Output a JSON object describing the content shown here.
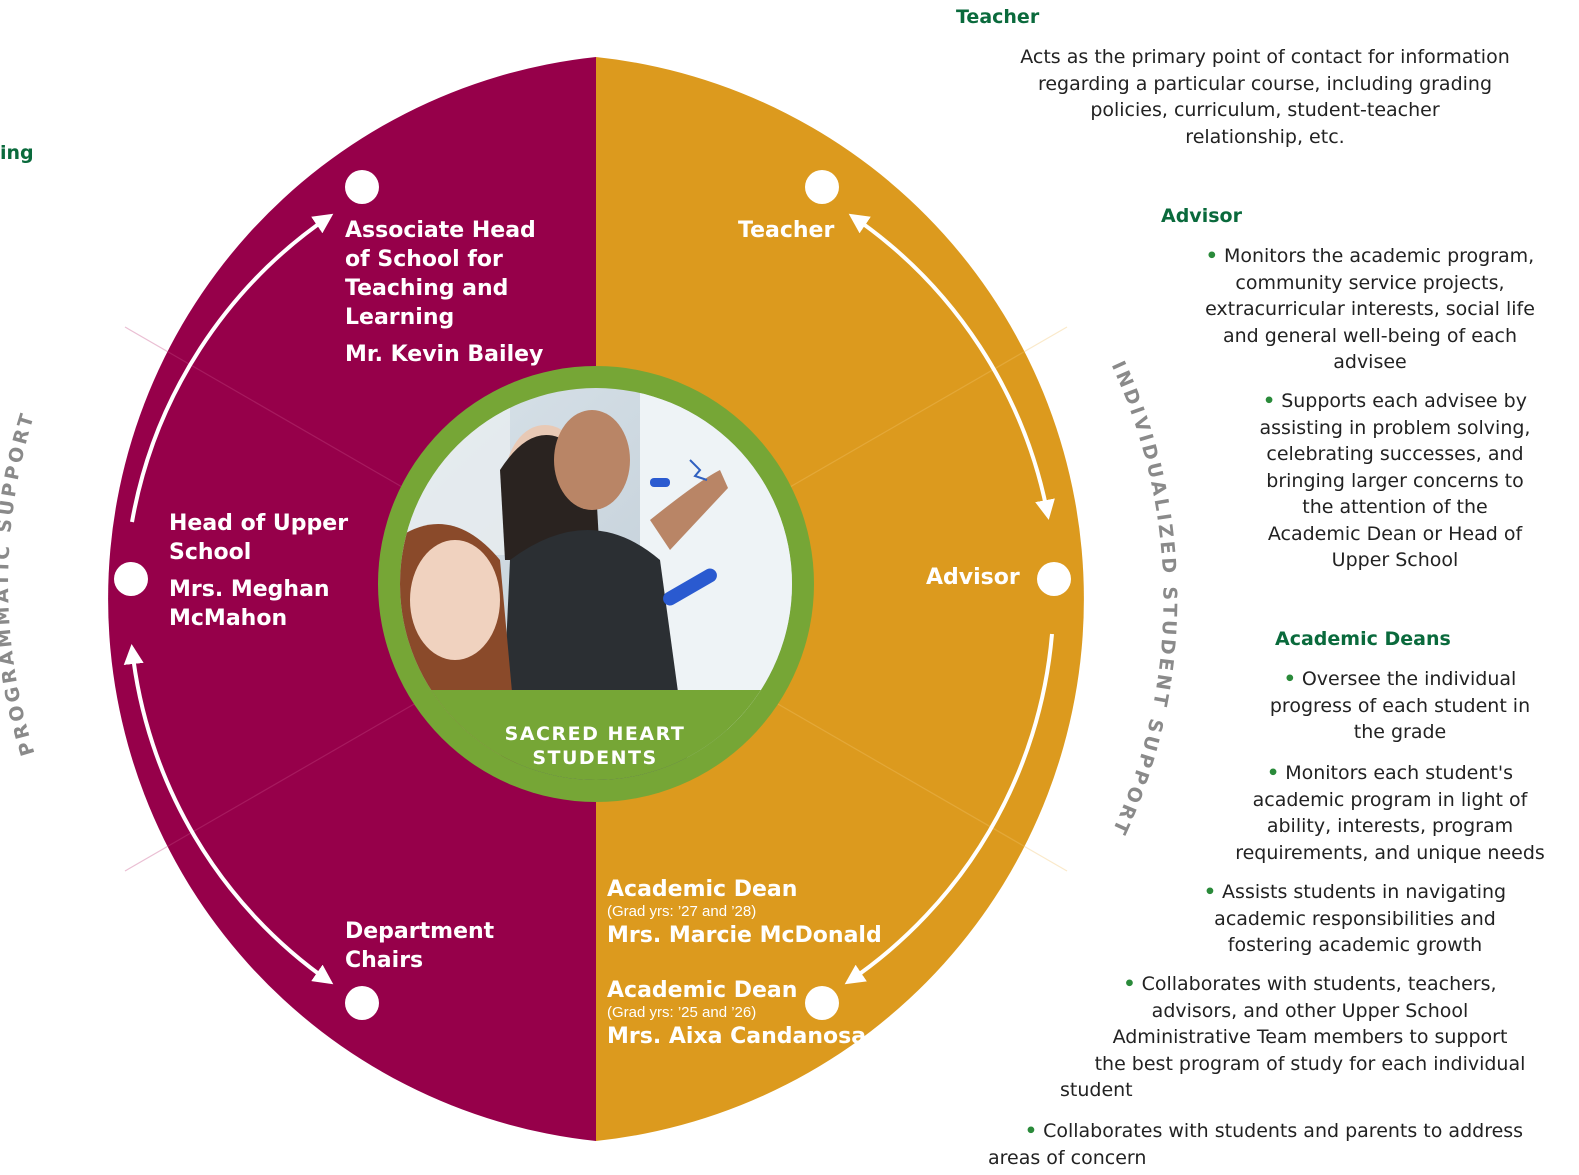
{
  "left_heading_fragment": "ing",
  "arc_labels": {
    "programmatic": "PROGRAMMATIC SUPPORT",
    "individualized": "INDIVIDUALIZED STUDENT SUPPORT"
  },
  "center": {
    "line1": "SACRED HEART",
    "line2": "STUDENTS"
  },
  "nodes": {
    "associate_head": {
      "title_lines": [
        "Associate Head",
        "of School for",
        "Teaching and",
        "Learning"
      ],
      "name": "Mr. Kevin Bailey"
    },
    "head_upper": {
      "title_lines": [
        "Head of Upper",
        "School"
      ],
      "name_lines": [
        "Mrs. Meghan",
        "McMahon"
      ]
    },
    "dept_chairs": {
      "title_lines": [
        "Department",
        "Chairs"
      ]
    },
    "teacher": {
      "title": "Teacher"
    },
    "advisor": {
      "title": "Advisor"
    },
    "dean1": {
      "title": "Academic Dean",
      "grad": "(Grad yrs: ’27 and ’28)",
      "name": "Mrs. Marcie McDonald"
    },
    "dean2": {
      "title": "Academic Dean",
      "grad": "(Grad yrs:  ’25 and ’26)",
      "name": "Mrs. Aixa Candanosa"
    }
  },
  "side": {
    "teacher_head": "Teacher",
    "teacher_text": [
      "Acts as the primary point of contact for information",
      "regarding a particular course, including grading",
      "policies, curriculum, student-teacher",
      "relationship, etc."
    ],
    "advisor_head": "Advisor",
    "advisor_b1": [
      "Monitors the academic program,",
      "community service projects,",
      "extracurricular interests, social life",
      "and general well-being of each",
      "advisee"
    ],
    "advisor_b2": [
      "Supports each advisee by",
      "assisting in problem solving,",
      "celebrating successes, and",
      "bringing larger concerns to",
      "the attention of the",
      "Academic Dean or Head of",
      "Upper School"
    ],
    "deans_head": "Academic Deans",
    "deans_b1": [
      "Oversee the individual",
      "progress of each student in",
      "the grade"
    ],
    "deans_b2": [
      "Monitors each student's",
      "academic program in light of",
      "ability, interests, program",
      "requirements, and unique needs"
    ],
    "deans_b3": [
      "Assists students in navigating",
      "academic responsibilities and",
      "fostering academic growth"
    ],
    "deans_b4": [
      "Collaborates with students, teachers,",
      "advisors, and other Upper School",
      "Administrative Team members to support",
      "the best program of study for each individual",
      "student"
    ],
    "deans_b5": [
      "Collaborates with students and parents to address",
      "areas of concern"
    ]
  },
  "colors": {
    "left_half": "#96004a",
    "right_half": "#dc9a1e",
    "center_ring": "#76a636",
    "heading_green": "#0a6a3c",
    "arc_label_gray": "#8a8a8a"
  },
  "icons": {
    "photo": "students-at-whiteboard-photo"
  }
}
